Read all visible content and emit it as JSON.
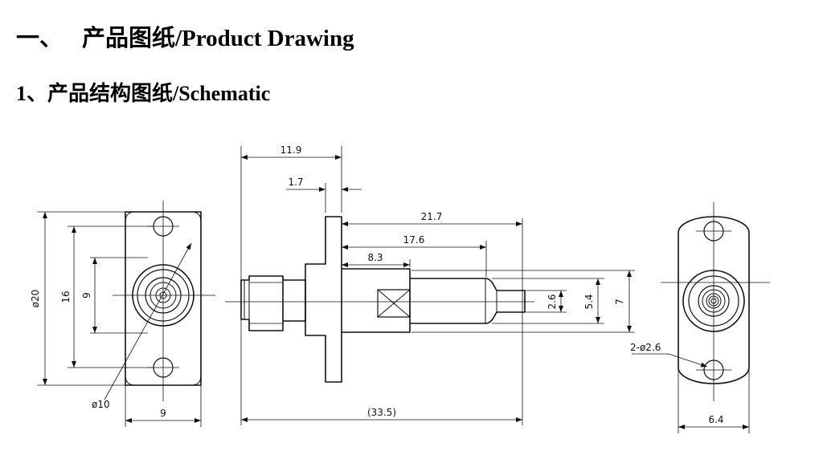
{
  "section": {
    "number": "一、",
    "title": "产品图纸/Product Drawing"
  },
  "subsection": {
    "title": "1、产品结构图纸/Schematic"
  },
  "dimensions": {
    "front_diameter": "ø20",
    "front_hole_spacing": "16",
    "front_inner_height": "9",
    "front_ring": "ø10",
    "front_width": "9",
    "side_flange_to_end": "11.9",
    "side_flange_thickness": "1.7",
    "side_length_1": "21.7",
    "side_length_2": "17.6",
    "side_length_3": "8.3",
    "side_pin_dia": "2.6",
    "side_body_dia": "5.4",
    "side_outer_dia": "7",
    "side_total_length": "(33.5)",
    "rear_holes": "2-ø2.6",
    "rear_width": "6.4"
  }
}
